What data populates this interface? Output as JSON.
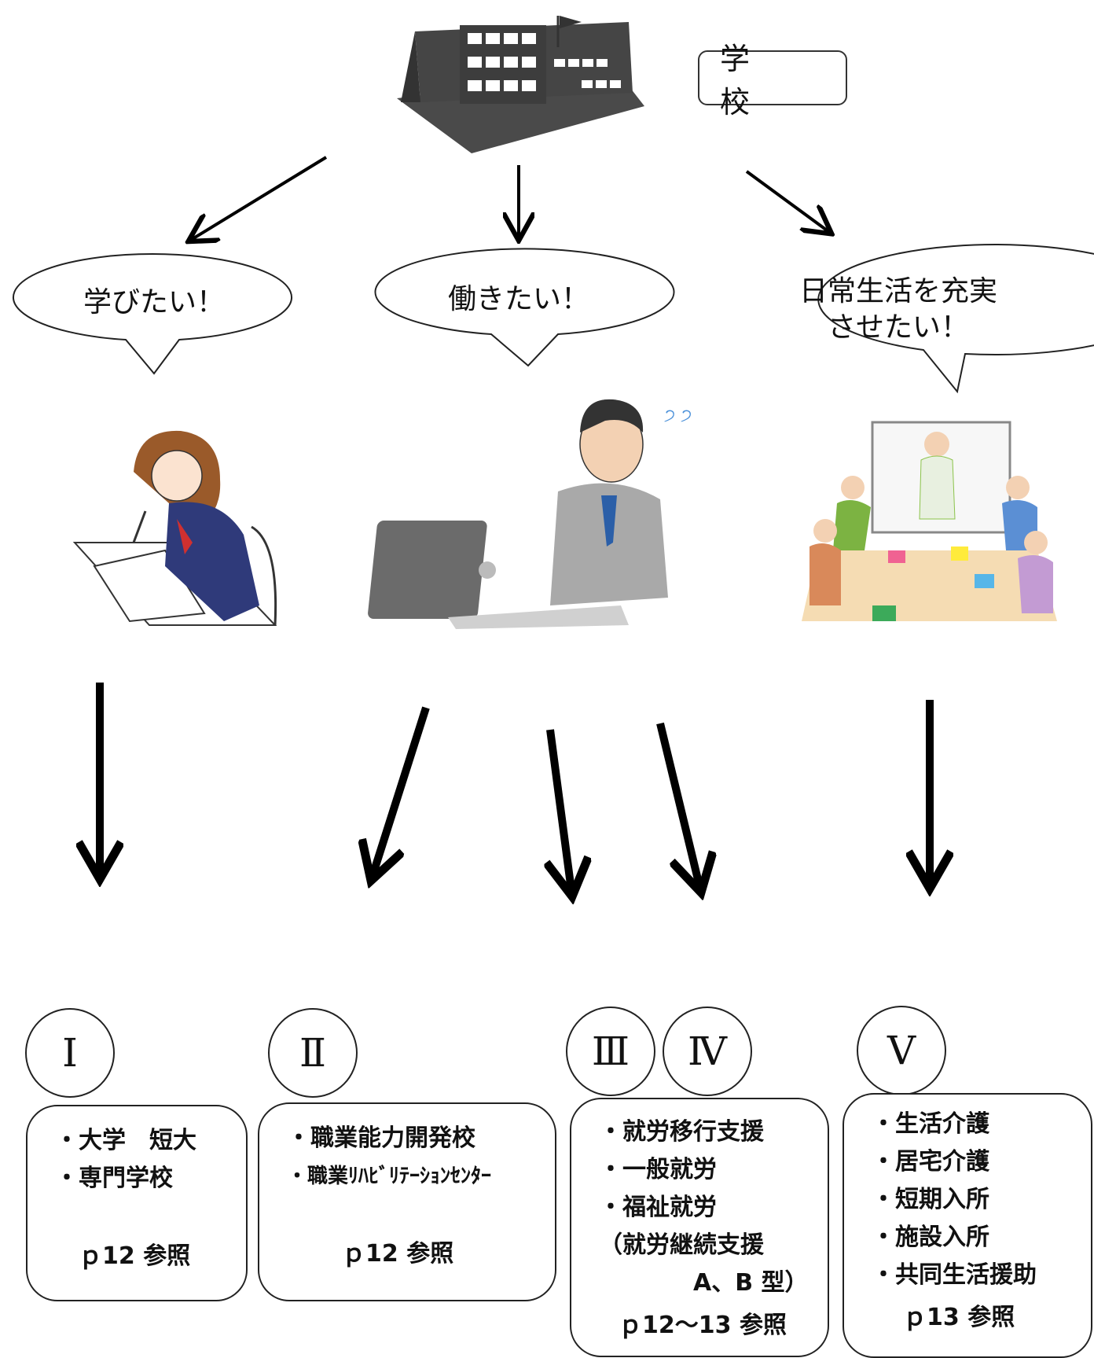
{
  "header": {
    "school_label": "学 校"
  },
  "paths": [
    {
      "bubble": "学びたい！"
    },
    {
      "bubble": "働きたい！"
    },
    {
      "bubble": "日常生活を充実\nさせたい！"
    }
  ],
  "circles": [
    "Ⅰ",
    "Ⅱ",
    "Ⅲ",
    "Ⅳ",
    "Ⅴ"
  ],
  "boxes": [
    {
      "items": [
        "・大学　短大",
        "・専門学校"
      ],
      "ref": "ｐ12 参照"
    },
    {
      "items": [
        "・職業能力開発校",
        "・職業ﾘﾊﾋﾞﾘﾃｰｼｮﾝｾﾝﾀｰ"
      ],
      "ref": "ｐ12 参照"
    },
    {
      "items": [
        "・就労移行支援",
        "・一般就労",
        "・福祉就労",
        "（就労継続支援",
        "　　　　A、B 型）"
      ],
      "ref": "ｐ12～13 参照"
    },
    {
      "items": [
        "・生活介護",
        "・居宅介護",
        "・短期入所",
        "・施設入所",
        "・共同生活援助"
      ],
      "ref": "ｐ13 参照"
    }
  ]
}
